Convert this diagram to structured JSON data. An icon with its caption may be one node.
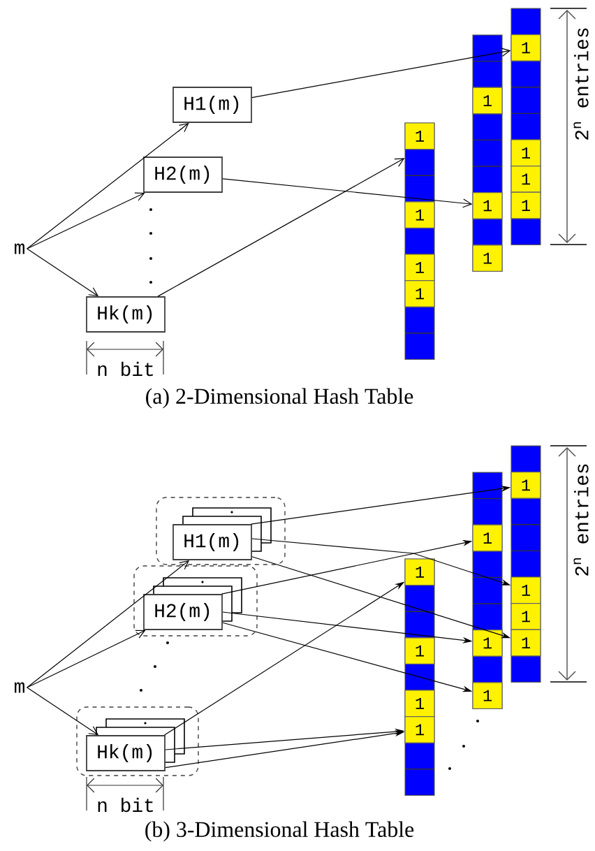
{
  "diagram": {
    "nodes": [
      {
        "text": [
          "m"
        ]
      },
      {
        "text": [
          "H1(m)"
        ]
      },
      {
        "text": [
          "H2(m)"
        ]
      },
      {
        "text": [
          "Hk(m)"
        ]
      },
      {
        "text": [],
        "shape": "bar"
      },
      {
        "text": [
          "1"
        ],
        "in": 4
      },
      {
        "text": [
          "1"
        ],
        "in": 4
      },
      {
        "text": [
          "1"
        ],
        "in": 4
      },
      {
        "text": [
          "1"
        ],
        "in": 4
      },
      {
        "text": [],
        "shape": "bar"
      },
      {
        "text": [
          "1"
        ],
        "in": 9
      },
      {
        "text": [
          "1"
        ],
        "in": 9
      },
      {
        "text": [
          "1"
        ],
        "in": 9
      },
      {
        "text": [],
        "shape": "bar"
      },
      {
        "text": [
          "1"
        ],
        "in": 13
      },
      {
        "text": [
          "1"
        ],
        "in": 13
      },
      {
        "text": [
          "1"
        ],
        "in": 13
      },
      {
        "text": [
          "1"
        ],
        "in": 13
      },
      {
        "text": [
          "m"
        ]
      },
      {
        "text": [],
        "shape": "box"
      },
      {
        "text": [
          "H1(m)"
        ],
        "in": 19
      },
      {
        "text": [],
        "shape": "box"
      },
      {
        "text": [
          "H2(m)"
        ],
        "in": 21
      },
      {
        "text": [],
        "shape": "box"
      },
      {
        "text": [
          "Hk(m)"
        ],
        "in": 23
      },
      {
        "text": [],
        "shape": "bar"
      },
      {
        "text": [
          "1"
        ],
        "in": 25
      },
      {
        "text": [
          "1"
        ],
        "in": 25
      },
      {
        "text": [
          "1"
        ],
        "in": 25
      },
      {
        "text": [
          "1"
        ],
        "in": 25
      },
      {
        "text": [],
        "shape": "bar"
      },
      {
        "text": [
          "1"
        ],
        "in": 30
      },
      {
        "text": [
          "1"
        ],
        "in": 30
      },
      {
        "text": [
          "1"
        ],
        "in": 30
      },
      {
        "text": [],
        "shape": "bar"
      },
      {
        "text": [
          "1"
        ],
        "in": 34
      },
      {
        "text": [
          "1"
        ],
        "in": 34
      },
      {
        "text": [
          "1"
        ],
        "in": 34
      },
      {
        "text": [
          "1"
        ],
        "in": 34
      }
    ],
    "edges": [
      {
        "from": 0,
        "to": 1,
        "arrow": "to"
      },
      {
        "from": 0,
        "to": 2,
        "arrow": "to"
      },
      {
        "from": 0,
        "to": 3,
        "arrow": "to"
      },
      {
        "from": 1,
        "to": 14,
        "arrow": "to"
      },
      {
        "from": 2,
        "to": 11,
        "arrow": "to"
      },
      {
        "from": 3,
        "to": 4,
        "arrow": "to"
      },
      {
        "from": 18,
        "to": 20,
        "arrow": "to"
      },
      {
        "from": 18,
        "to": 22,
        "arrow": "to"
      },
      {
        "from": 18,
        "to": 24,
        "arrow": "to"
      },
      {
        "from": 20,
        "to": 35,
        "arrow": "to"
      },
      {
        "from": 20,
        "to": 36,
        "arrow": "to"
      },
      {
        "from": 20,
        "to": 38,
        "arrow": "to"
      },
      {
        "from": 22,
        "to": 31,
        "arrow": "to"
      },
      {
        "from": 22,
        "to": 32,
        "arrow": "to"
      },
      {
        "from": 22,
        "to": 33,
        "arrow": "to"
      },
      {
        "from": 24,
        "to": 26,
        "arrow": "to"
      },
      {
        "from": 24,
        "to": 29,
        "arrow": "to"
      },
      {
        "from": 24,
        "to": 29,
        "arrow": "to"
      }
    ],
    "labels": [
      "n bit",
      "2$^{n}$ entries",
      "(a) 2-Dimensional Hash Table",
      "n bit",
      "2$^{n}$ entries",
      "(b) 3-Dimensional Hash Table"
    ]
  }
}
